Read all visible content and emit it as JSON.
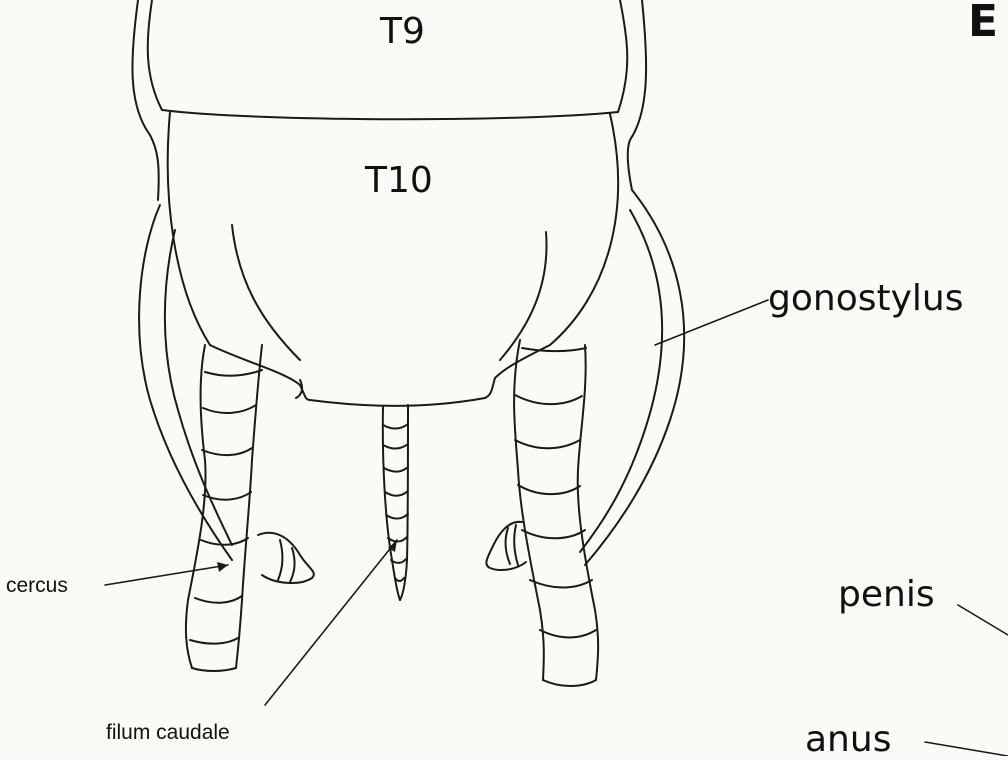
{
  "title_fragment": "E",
  "labels": {
    "t9": "T9",
    "t10": "T10",
    "gonostylus": "gonostylus",
    "cercus": "cercus",
    "filum_caudale": "filum caudale",
    "penis": "penis",
    "anus": "anus"
  },
  "colors": {
    "ink": "#1a1a1a",
    "paper": "#fbfaf6"
  }
}
